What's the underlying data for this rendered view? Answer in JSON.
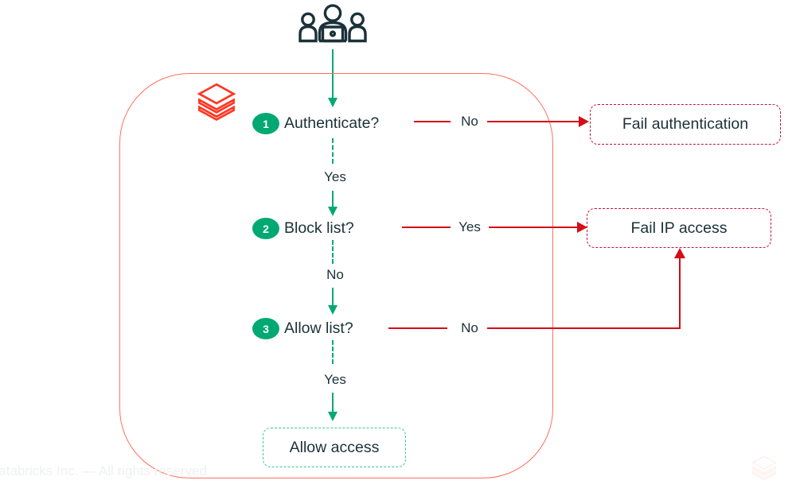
{
  "colors": {
    "green": "#00a972",
    "allow_border": "#3cc795",
    "red_line": "#d40d17",
    "crimson_border": "#c41239",
    "container_border": "#ff6f61",
    "brand_red": "#ff3621",
    "navy": "#1b3139"
  },
  "icons": {
    "users": "users-team-laptop-icon",
    "logo": "databricks-logo",
    "watermark": "databricks-logo-watermark"
  },
  "diagram": {
    "steps": [
      {
        "number": "1",
        "label": "Authenticate?",
        "fail_label": "No",
        "next_label": "Yes"
      },
      {
        "number": "2",
        "label": "Block list?",
        "fail_label": "Yes",
        "next_label": "No"
      },
      {
        "number": "3",
        "label": "Allow list?",
        "fail_label": "No",
        "next_label": "Yes"
      }
    ],
    "outcomes": {
      "fail_authentication": "Fail authentication",
      "fail_ip_access": "Fail IP access",
      "allow_access": "Allow access"
    }
  },
  "footer": {
    "copyright": "Databricks Inc. — All rights reserved"
  }
}
